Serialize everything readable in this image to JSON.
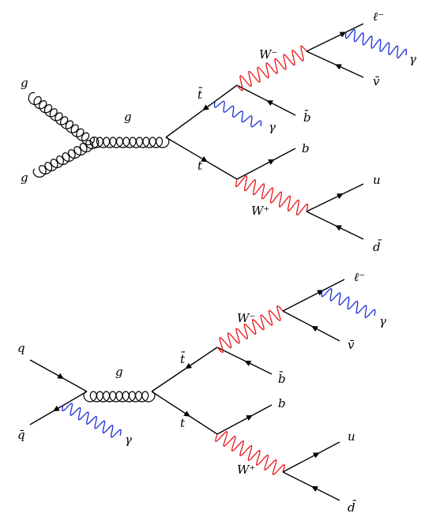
{
  "diagrams": [
    {
      "id": "gg",
      "labels": {
        "in_top": "g",
        "in_bottom": "g",
        "propagator": "g",
        "tbar": "t̄",
        "t": "t",
        "wminus": "W⁻",
        "wplus": "W⁺",
        "lepton": "ℓ⁻",
        "photon_lepton": "γ",
        "nubar": "v̄",
        "bbar": "b̄",
        "photon_top": "γ",
        "b": "b",
        "u": "u",
        "dbar": "d̄"
      }
    },
    {
      "id": "qqbar",
      "labels": {
        "in_top": "q",
        "in_bottom": "q̄",
        "photon_initial": "γ",
        "propagator": "g",
        "tbar": "t̄",
        "t": "t",
        "wminus": "W⁻",
        "wplus": "W⁺",
        "lepton": "ℓ⁻",
        "photon_lepton": "γ",
        "nubar": "v̄",
        "bbar": "b̄",
        "b": "b",
        "u": "u",
        "dbar": "d̄"
      }
    }
  ],
  "colors": {
    "fermion": "#000000",
    "gluon": "#000000",
    "w_boson": "#e8161c",
    "photon": "#1c2fd8"
  }
}
